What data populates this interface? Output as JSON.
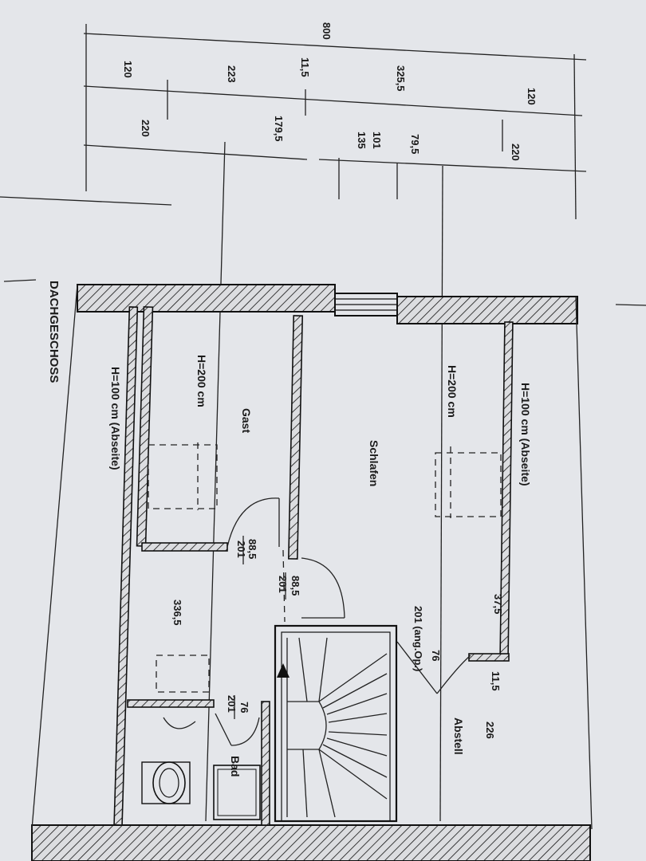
{
  "plan": {
    "floor_title": "DACHGESCHOSS",
    "dimensions": {
      "top_total": "800",
      "d_11_5_a": "11,5",
      "d_325_5": "325,5",
      "d_120_a": "120",
      "d_120_b": "120",
      "d_223": "223",
      "d_179_5": "179,5",
      "d_101": "101",
      "d_135": "135",
      "d_79_5": "79,5",
      "d_220_a": "220",
      "d_220_b": "220",
      "d_336_5": "336,5",
      "d_37_5": "37,5",
      "d_11_5_b": "11,5",
      "d_226": "226",
      "d_76_a": "76",
      "d_201_a": "201 (ang.Op.)",
      "d_88_5_a": "88,5",
      "d_201_b": "201",
      "d_88_5_b": "88,5",
      "d_201_c": "201",
      "d_76_b": "76",
      "d_201_d": "201"
    },
    "rooms": {
      "schlafen": "Schlafen",
      "gast": "Gast",
      "abstell": "Abstell",
      "bad": "Bad"
    },
    "heights": {
      "h_right": "H=100 cm (Abseite)",
      "h_left": "H=100 cm (Abseite)",
      "h_schlafen": "H=200 cm",
      "h_gast": "H=200 cm"
    }
  }
}
